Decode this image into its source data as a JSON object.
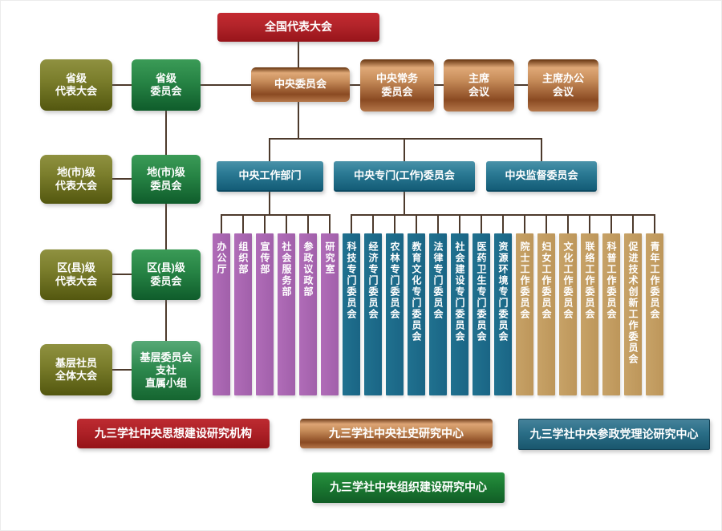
{
  "title": "九三学社组织机构图",
  "colors": {
    "line": "#4d3a2c",
    "red": "#b2242a",
    "olive": "#7b7e2c",
    "green": "#268344",
    "copper": "#c98f5c",
    "teal": "#2c7b95",
    "purple": "#b06cb8",
    "tealbar": "#20718f",
    "tan": "#c7a267"
  },
  "nodes": {
    "national_congress": "全国代表大会",
    "provincial_congress": "省级\n代表大会",
    "provincial_committee": "省级\n委员会",
    "central_committee": "中央委员会",
    "central_standing_committee": "中央常务\n委员会",
    "chairman_meeting": "主席\n会议",
    "chairman_office_meeting": "主席办公\n会议",
    "prefectural_congress": "地(市)级\n代表大会",
    "prefectural_committee": "地(市)级\n委员会",
    "central_work_departments": "中央工作部门",
    "central_special_work_committees": "中央专门(工作)委员会",
    "central_supervision_committee": "中央监督委员会",
    "county_congress": "区(县)级\n代表大会",
    "county_committee": "区(县)级\n委员会",
    "grassroots_member_assembly": "基层社员\n全体大会",
    "grassroots_committee": "基层委员会\n支社\n直属小组"
  },
  "work_departments": [
    "办公厅",
    "组织部",
    "宣传部",
    "社会服务部",
    "参政议政部",
    "研究室"
  ],
  "special_committees": [
    "科技专门委员会",
    "经济专门委员会",
    "农林专门委员会",
    "教育文化专门委员会",
    "法律专门委员会",
    "社会建设专门委员会",
    "医药卫生专门委员会",
    "资源环境专门委员会"
  ],
  "work_committees": [
    "院士工作委员会",
    "妇女工作委员会",
    "文化工作委员会",
    "联络工作委员会",
    "科普工作委员会",
    "促进技术创新工作委员会",
    "青年工作委员会"
  ],
  "research_institutions": {
    "thought_building": "九三学社中央思想建设研究机构",
    "society_history": "九三学社中央社史研究中心",
    "party_theory": "九三学社中央参政党理论研究中心",
    "org_building": "九三学社中央组织建设研究中心"
  }
}
